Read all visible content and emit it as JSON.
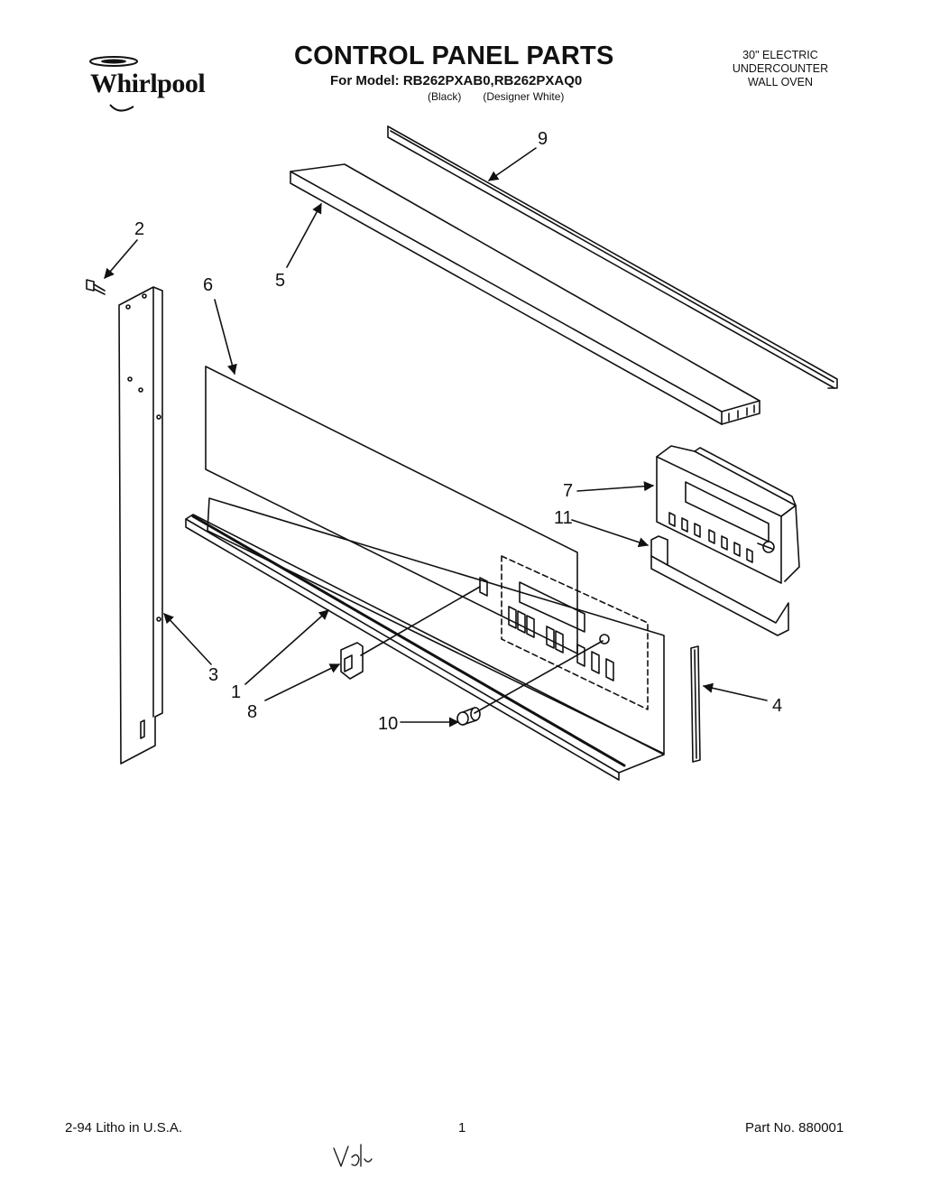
{
  "header": {
    "brand": "Whirlpool",
    "title": "CONTROL PANEL PARTS",
    "model_line": "For Model: RB262PXAB0,RB262PXAQ0",
    "finish_black": "(Black)",
    "finish_white": "(Designer White)",
    "product_lines": [
      "30\" ELECTRIC",
      "UNDERCOUNTER",
      "WALL OVEN"
    ]
  },
  "callouts": {
    "c1": "1",
    "c2": "2",
    "c3": "3",
    "c4": "4",
    "c5": "5",
    "c6": "6",
    "c7": "7",
    "c8": "8",
    "c9": "9",
    "c10": "10",
    "c11": "11"
  },
  "footer": {
    "date_print": "2-94  Litho in U.S.A.",
    "page_number": "1",
    "part_number": "Part No. 880001"
  },
  "colors": {
    "ink": "#111111",
    "paper": "#ffffff"
  }
}
